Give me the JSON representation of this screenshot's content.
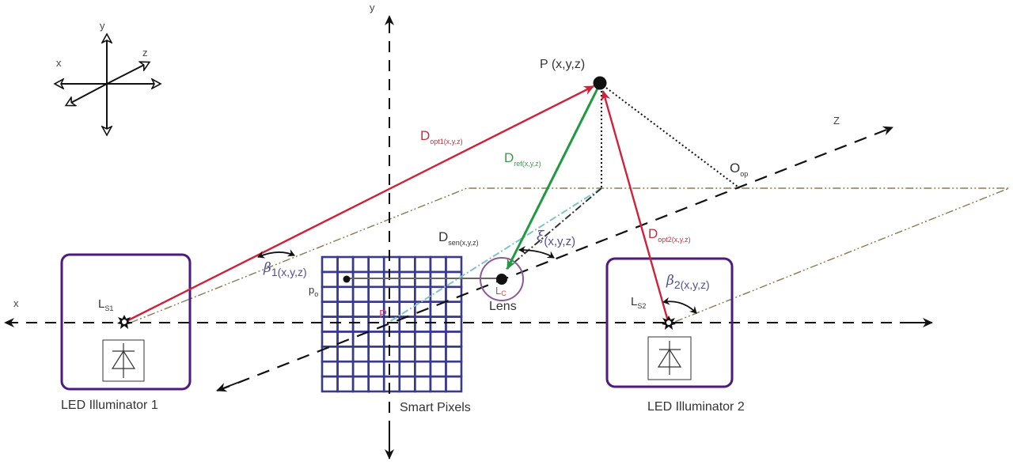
{
  "diagram": {
    "legend_axes": {
      "x": "x",
      "y": "y",
      "z": "z"
    },
    "main_axes": {
      "x": "x",
      "y": "y",
      "z": "Z"
    },
    "point": {
      "label": "P (x,y,z)"
    },
    "vectors": {
      "d_opt1": {
        "base": "D",
        "sub": "opt1(x,y,z)"
      },
      "d_ref": {
        "base": "D",
        "sub": "ref(x,y,z)"
      },
      "d_sen": {
        "base": "D",
        "sub": "sen(x,y,z)"
      },
      "d_opt2": {
        "base": "D",
        "sub": "opt2(x,y,z)"
      }
    },
    "projection": {
      "base": "O",
      "sub": "op"
    },
    "angles": {
      "beta1": {
        "symbol": "β",
        "sub": "1(x,y,z)"
      },
      "beta2": {
        "symbol": "β",
        "sub": "2(x,y,z)"
      },
      "xi": {
        "symbol": "ξ",
        "sub": "(x,y,z)"
      }
    },
    "sources": {
      "ls1": {
        "base": "L",
        "sub": "S1"
      },
      "ls2": {
        "base": "L",
        "sub": "S2"
      }
    },
    "lens": {
      "center_base": "L",
      "center_sub": "C",
      "label": "Lens"
    },
    "sensor": {
      "pixel_label": "p",
      "pixel_sub": "o",
      "center_label": "P",
      "caption": "Smart Pixels",
      "grid_rows": 9,
      "grid_cols": 9
    },
    "illuminators": [
      {
        "caption": "LED Illuminator 1"
      },
      {
        "caption": "LED Illuminator 2"
      }
    ],
    "colors": {
      "optical_red": "#d0203a",
      "reference_green": "#1f9a3f",
      "frame_purple": "#4e1a7e",
      "grid_blue": "#3a3a8a",
      "plane_olive": "#8a7a50",
      "sensor_teal": "#7fc4c8",
      "label_blue": "#505090",
      "axis_black": "#111111"
    }
  }
}
